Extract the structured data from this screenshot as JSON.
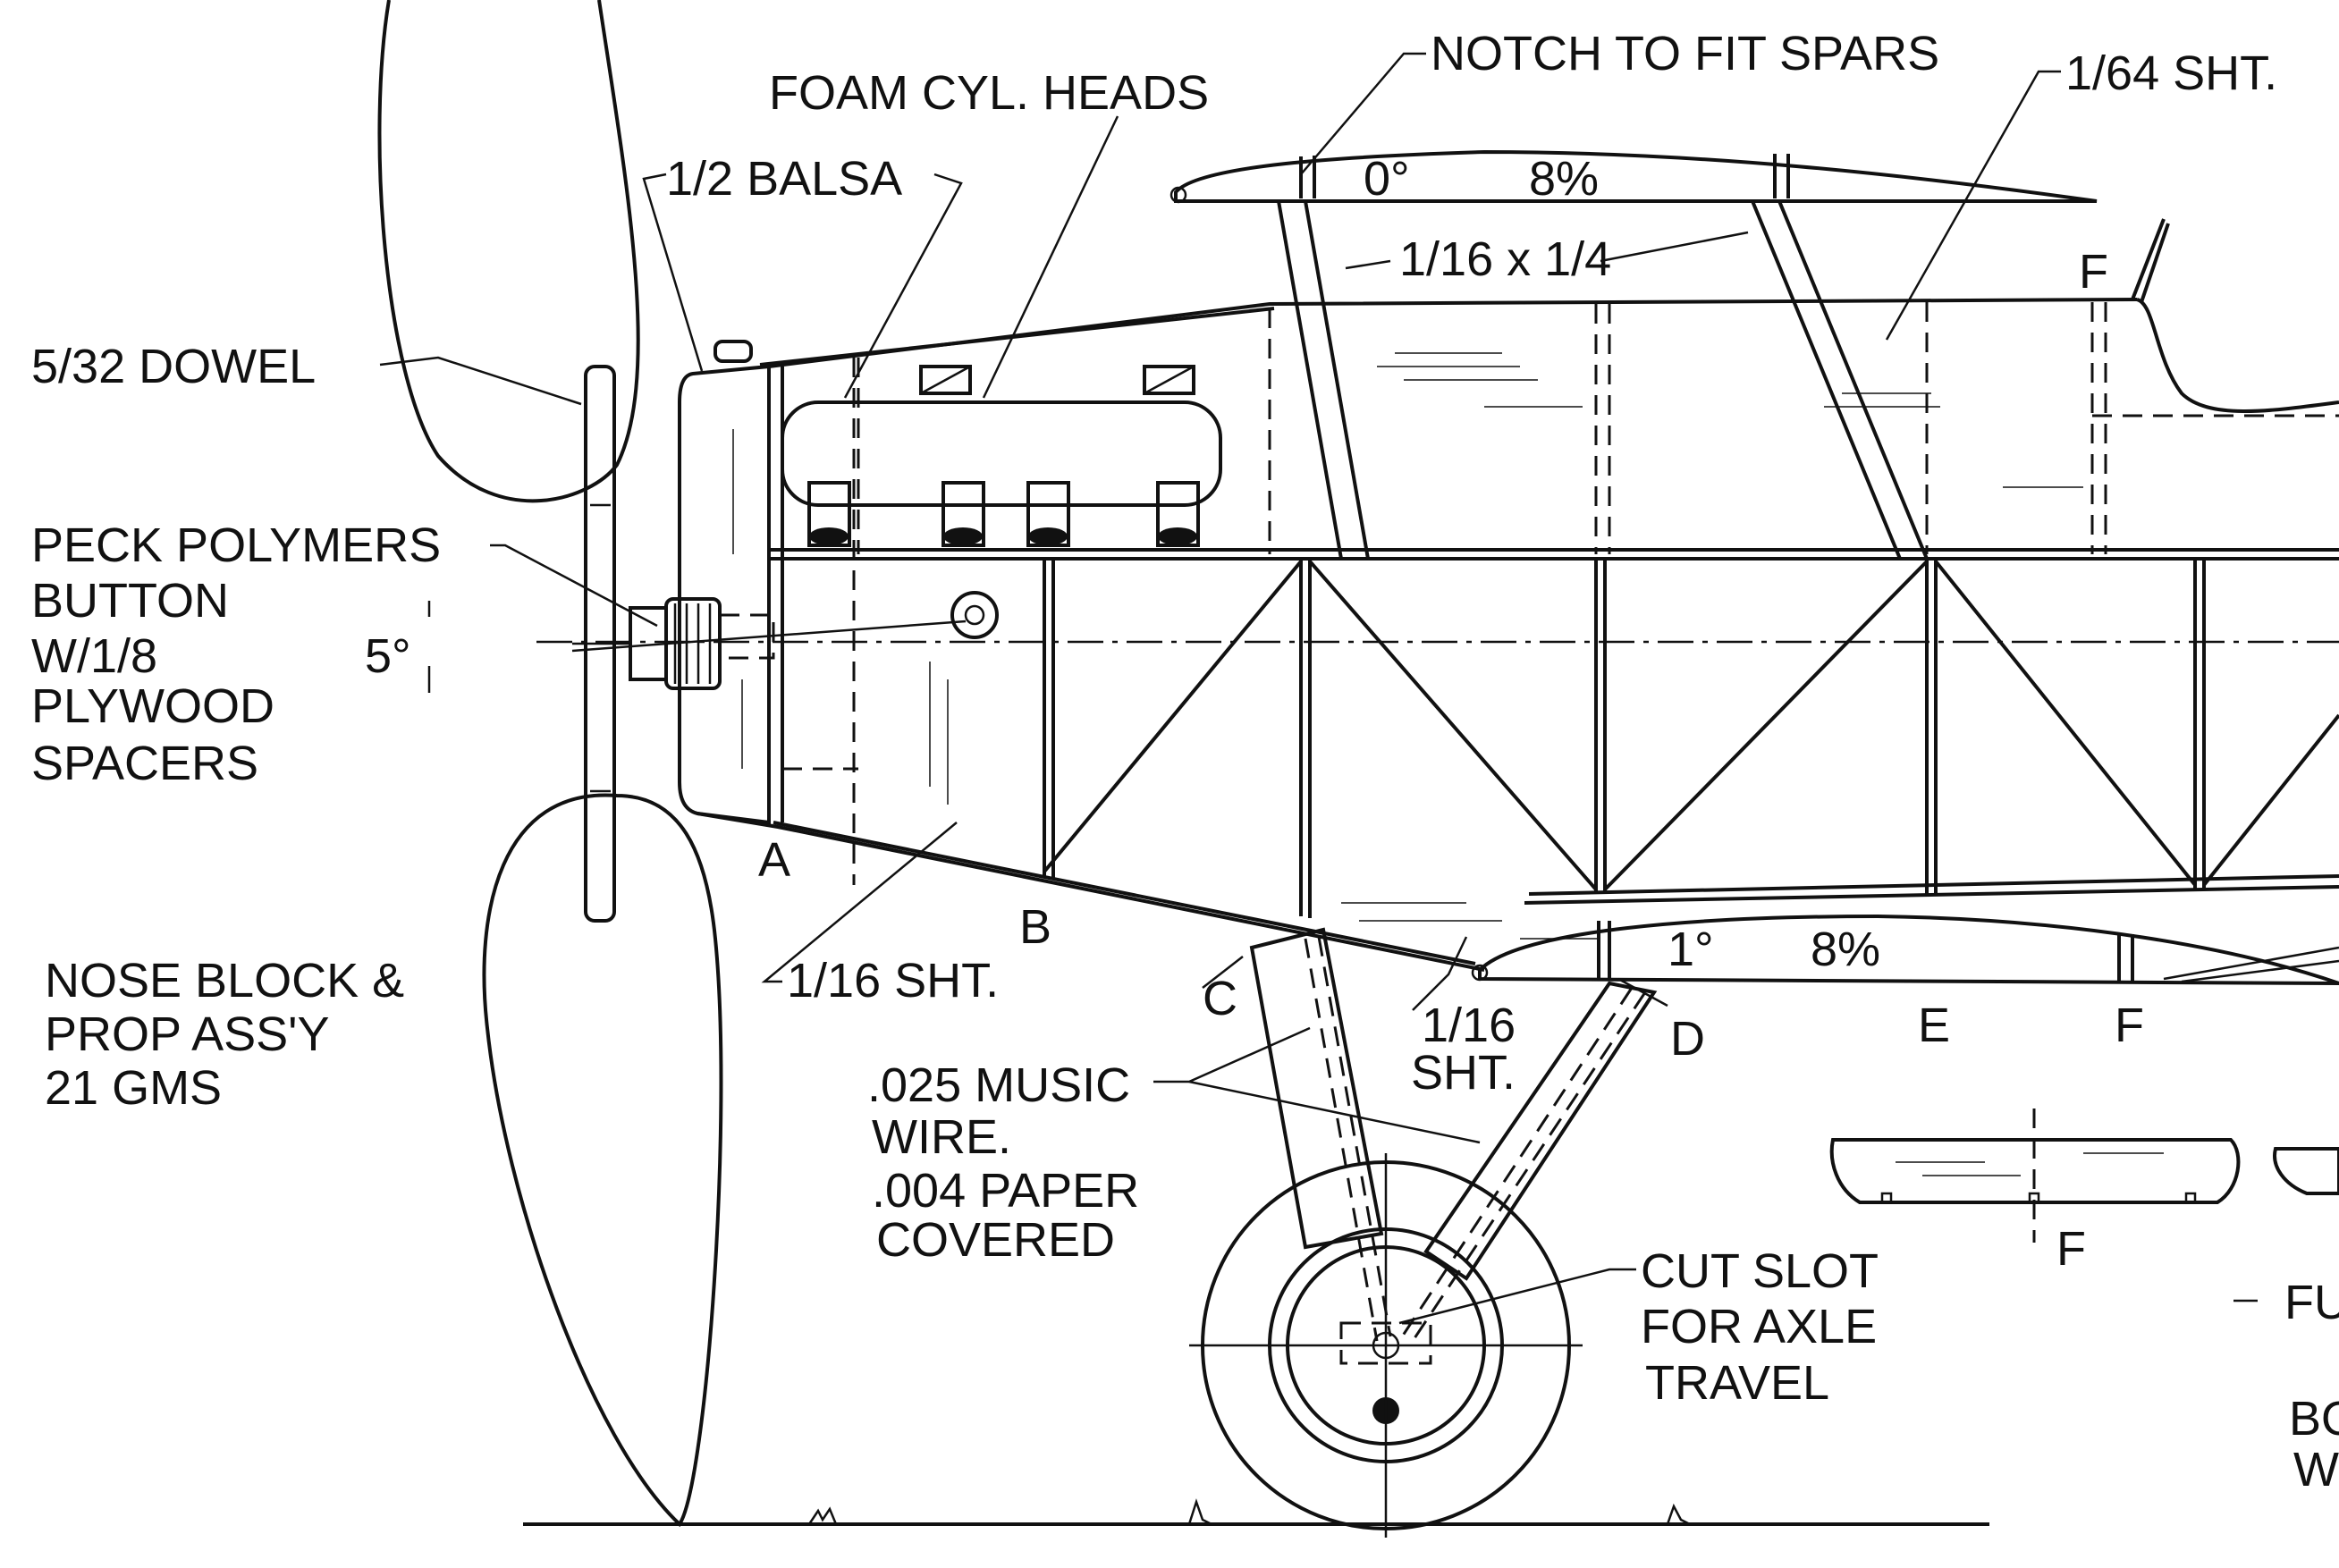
{
  "labels": {
    "notch_to_fit_spars": "NOTCH TO FIT SPARS",
    "sht_1_64": "1/64 SHT.",
    "foam_cyl_heads": "FOAM CYL. HEADS",
    "balsa_1_2": "1/2 BALSA",
    "upper_wing_incidence": "0°",
    "upper_wing_camber": "8%",
    "strut_1_16_x_1_4": "1/16 x 1/4",
    "f_top": "F",
    "dowel_5_32": "5/32 DOWEL",
    "peck_line1": "PECK POLYMERS",
    "peck_line2": "BUTTON",
    "peck_line3": "W/1/8",
    "peck_line4": "PLYWOOD",
    "peck_line5": "SPACERS",
    "thrust_angle": "5°",
    "station_a": "A",
    "station_b": "B",
    "station_c": "C",
    "station_d": "D",
    "station_e": "E",
    "station_f_lower": "F",
    "sht_1_16": "1/16 SHT.",
    "lower_sht_1_16_line1": "1/16",
    "lower_sht_1_16_line2": "SHT.",
    "lower_wing_incidence": "1°",
    "lower_wing_camber": "8%",
    "nose_line1": "NOSE BLOCK &",
    "nose_line2": "PROP ASS'Y",
    "nose_line3": "21 GMS",
    "wire_line1": ".025 MUSIC",
    "wire_line2": "WIRE.",
    "wire_line3": ".004 PAPER",
    "wire_line4": "COVERED",
    "slot_line1": "CUT SLOT",
    "slot_line2": "FOR AXLE",
    "slot_line3": "TRAVEL",
    "section_f": "F",
    "cut_fu": "FU",
    "cut_bo": "BO",
    "cut_w": "W"
  }
}
